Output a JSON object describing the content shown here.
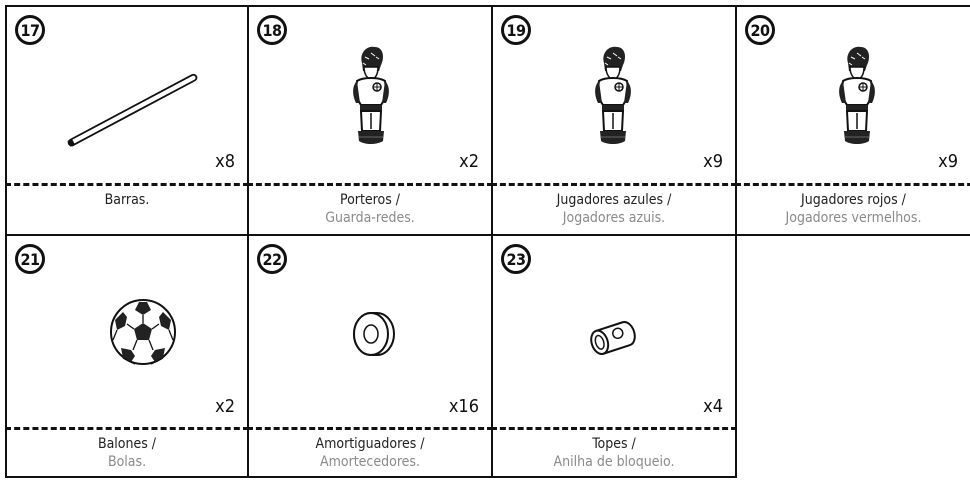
{
  "parts": [
    {
      "number": "17",
      "quantity": "x8",
      "label_es": "Barras.",
      "label_pt": "",
      "icon": "rod-icon"
    },
    {
      "number": "18",
      "quantity": "x2",
      "label_es": "Porteros /",
      "label_pt": "Guarda-redes.",
      "icon": "goalkeeper-figure-icon"
    },
    {
      "number": "19",
      "quantity": "x9",
      "label_es": "Jugadores azules /",
      "label_pt": "Jogadores azuis.",
      "icon": "blue-player-figure-icon"
    },
    {
      "number": "20",
      "quantity": "x9",
      "label_es": "Jugadores rojos /",
      "label_pt": "Jogadores vermelhos.",
      "icon": "red-player-figure-icon"
    },
    {
      "number": "21",
      "quantity": "x2",
      "label_es": "Balones /",
      "label_pt": "Bolas.",
      "icon": "soccer-ball-icon"
    },
    {
      "number": "22",
      "quantity": "x16",
      "label_es": "Amortiguadores /",
      "label_pt": "Amortecedores.",
      "icon": "bumper-ring-icon"
    },
    {
      "number": "23",
      "quantity": "x4",
      "label_es": "Topes /",
      "label_pt": "Anilha de bloqueio.",
      "icon": "stopper-icon"
    }
  ]
}
